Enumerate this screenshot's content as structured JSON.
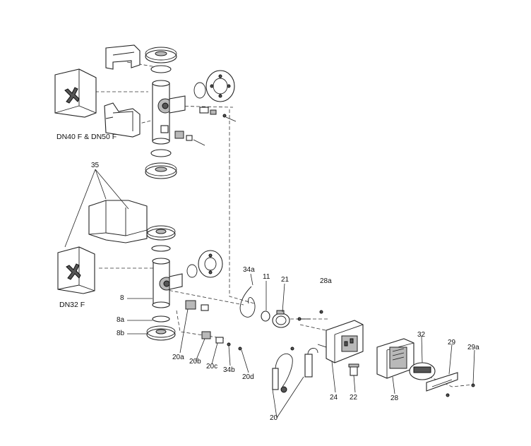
{
  "captions": {
    "upper_assembly": "DN40 F & DN50 F",
    "lower_assembly": "DN32 F"
  },
  "callouts": {
    "c35": "35",
    "c34a": "34a",
    "c11": "11",
    "c21": "21",
    "c28a": "28a",
    "c8": "8",
    "c8a": "8a",
    "c8b": "8b",
    "c20a": "20a",
    "c20b": "20b",
    "c20c": "20c",
    "c34b": "34b",
    "c20d": "20d",
    "c24": "24",
    "c22": "22",
    "c28": "28",
    "c32": "32",
    "c29": "29",
    "c29a": "29a",
    "c20": "20"
  }
}
